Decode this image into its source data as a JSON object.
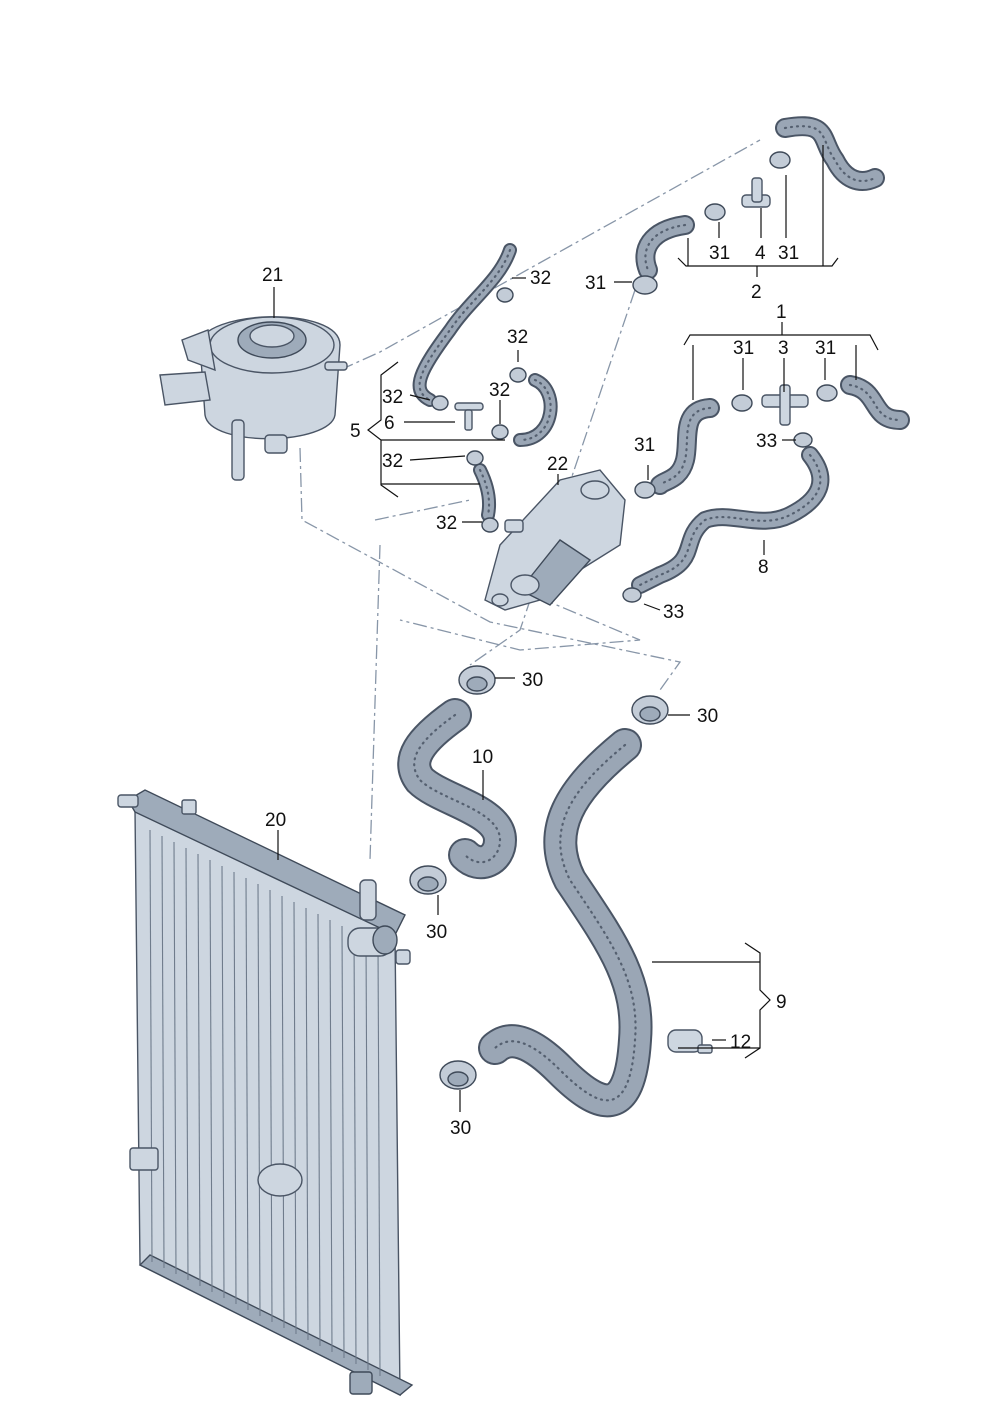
{
  "diagram": {
    "callouts": {
      "c1": "1",
      "c2": "2",
      "c3": "3",
      "c4": "4",
      "c5": "5",
      "c6": "6",
      "c8": "8",
      "c9": "9",
      "c10": "10",
      "c12": "12",
      "c20": "20",
      "c21": "21",
      "c22": "22",
      "c30a": "30",
      "c30b": "30",
      "c30c": "30",
      "c30d": "30",
      "c31a": "31",
      "c31b": "31",
      "c31c": "31",
      "c31d": "31",
      "c31e": "31",
      "c31f": "31",
      "c32a": "32",
      "c32b": "32",
      "c32c": "32",
      "c32d": "32",
      "c32e": "32",
      "c32f": "32",
      "c33a": "33",
      "c33b": "33"
    }
  }
}
